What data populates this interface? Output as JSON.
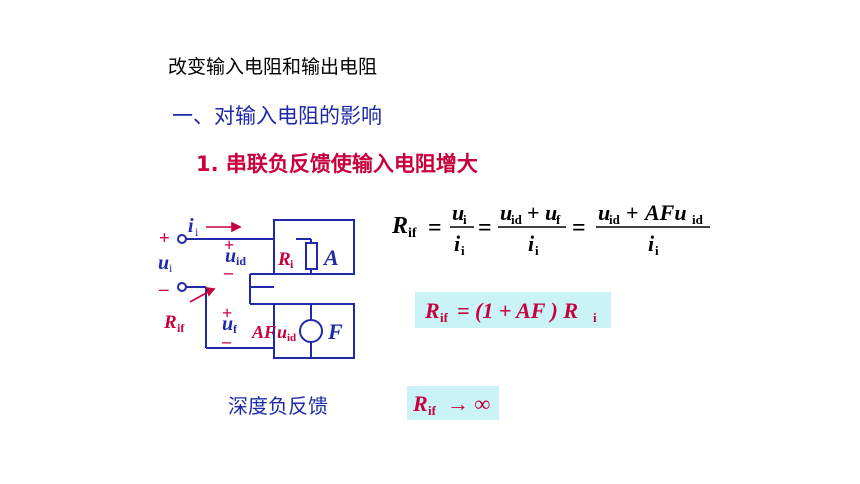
{
  "slide": {
    "title": "改变输入电阻和输出电阻",
    "heading": "一、对输入电阻的影响",
    "subheading": "1. 串联负反馈使输入电阻增大",
    "deep_feedback_label": "深度负反馈"
  },
  "colors": {
    "wire": "#1f2aa8",
    "accent_red": "#c8003c",
    "formula_box": "#c9f3f7"
  },
  "circuit": {
    "i_sym": "i",
    "i_sub": "i",
    "plus_top": "+",
    "minus_bottom": "–",
    "ui_sym": "u",
    "ui_sub": "i",
    "rif_sym": "R",
    "rif_sub": "if",
    "uid_plus": "+",
    "uid_minus": "–",
    "uid_sym": "u",
    "uid_sub": "id",
    "uf_plus": "+",
    "uf_minus": "–",
    "uf_sym": "u",
    "uf_sub": "f",
    "ri_sym": "R",
    "ri_sub": "i",
    "amp_label": "A",
    "afuid_prefix": "AF",
    "afuid_sym": "u",
    "afuid_sub": "id",
    "fb_label": "F"
  },
  "formula1": {
    "lhs_sym": "R",
    "lhs_sub": "if",
    "eq": "=",
    "f1_num_sym": "u",
    "f1_num_sub": "i",
    "f1_den_sym": "i",
    "f1_den_sub": "i",
    "f2_num_a": "u",
    "f2_num_a_sub": "id",
    "plus": "+",
    "f2_num_b": "u",
    "f2_num_b_sub": "f",
    "f2_den_sym": "i",
    "f2_den_sub": "i",
    "f3_num_a": "u",
    "f3_num_a_sub": "id",
    "f3_num_b": "AFu",
    "f3_num_b_sub": "id",
    "f3_den_sym": "i",
    "f3_den_sub": "i"
  },
  "formula2": {
    "lhs_sym": "R",
    "lhs_sub": "if",
    "rhs": "= (1 + AF ) R",
    "rhs_sub": "i"
  },
  "formula3": {
    "lhs_sym": "R",
    "lhs_sub": "if",
    "rhs": "→ ∞"
  }
}
